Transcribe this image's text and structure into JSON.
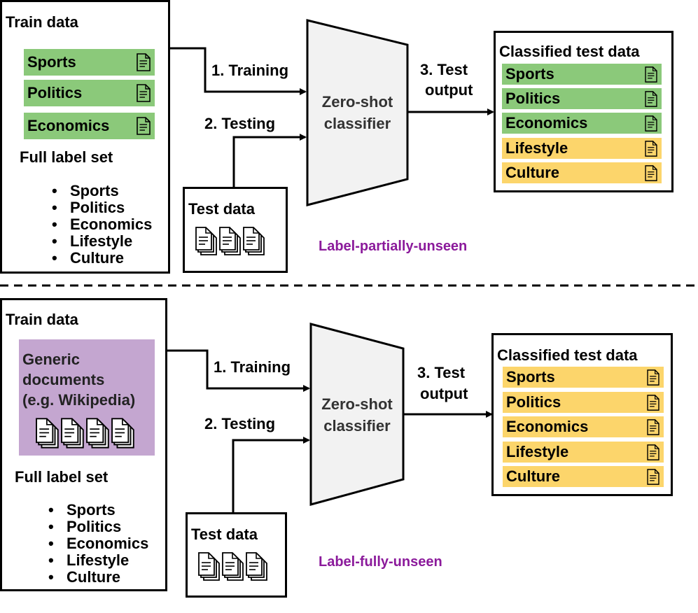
{
  "top": {
    "train_title": "Train data",
    "train_items": [
      {
        "label": "Sports",
        "icon": "document-icon",
        "color": "#8bc97a"
      },
      {
        "label": "Politics",
        "icon": "document-icon",
        "color": "#8bc97a"
      },
      {
        "label": "Economics",
        "icon": "document-icon",
        "color": "#8bc97a"
      }
    ],
    "full_label_title": "Full label set",
    "full_labels": [
      "Sports",
      "Politics",
      "Economics",
      "Lifestyle",
      "Culture"
    ],
    "step1": "1. Training",
    "step2": "2. Testing",
    "step3_line1": "3. Test",
    "step3_line2": "output",
    "classifier_line1": "Zero-shot",
    "classifier_line2": "classifier",
    "test_title": "Test data",
    "classified_title": "Classified test data",
    "classified_items": [
      {
        "label": "Sports",
        "color": "#8bc97a"
      },
      {
        "label": "Politics",
        "color": "#8bc97a"
      },
      {
        "label": "Economics",
        "color": "#8bc97a"
      },
      {
        "label": "Lifestyle",
        "color": "#fcd56b"
      },
      {
        "label": "Culture",
        "color": "#fcd56b"
      }
    ],
    "mode_label": "Label-partially-unseen",
    "mode_color": "#8b1a9b"
  },
  "bottom": {
    "train_title": "Train data",
    "generic_line1": "Generic",
    "generic_line2": "documents",
    "generic_line3": "(e.g. Wikipedia)",
    "generic_color": "#c4a6d0",
    "full_label_title": "Full label set",
    "full_labels": [
      "Sports",
      "Politics",
      "Economics",
      "Lifestyle",
      "Culture"
    ],
    "step1": "1. Training",
    "step2": "2. Testing",
    "step3_line1": "3. Test",
    "step3_line2": "output",
    "classifier_line1": "Zero-shot",
    "classifier_line2": "classifier",
    "test_title": "Test data",
    "classified_title": "Classified test data",
    "classified_items": [
      {
        "label": "Sports",
        "color": "#fcd56b"
      },
      {
        "label": "Politics",
        "color": "#fcd56b"
      },
      {
        "label": "Economics",
        "color": "#fcd56b"
      },
      {
        "label": "Lifestyle",
        "color": "#fcd56b"
      },
      {
        "label": "Culture",
        "color": "#fcd56b"
      }
    ],
    "mode_label": "Label-fully-unseen",
    "mode_color": "#8b1a9b"
  }
}
